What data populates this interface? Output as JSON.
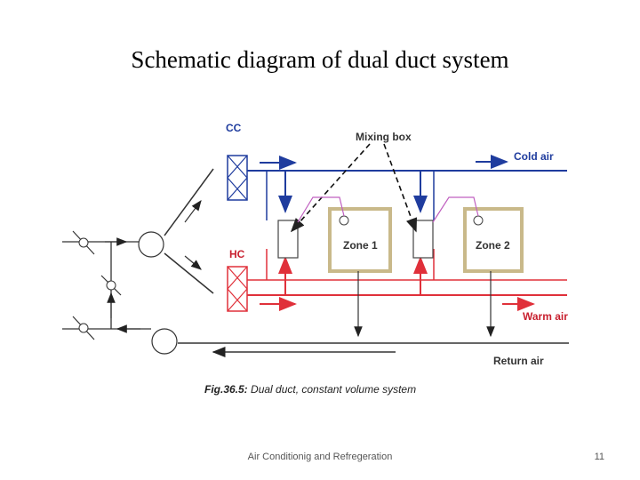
{
  "slide": {
    "title": "Schematic diagram of dual duct system",
    "footer": "Air Conditionig and Refregeration",
    "page_number": "11"
  },
  "diagram": {
    "labels": {
      "cc": "CC",
      "hc": "HC",
      "mixing_box": "Mixing box",
      "cold_air": "Cold air",
      "warm_air": "Warm air",
      "return_air": "Return air",
      "zone1": "Zone 1",
      "zone2": "Zone 2"
    },
    "caption": {
      "fig": "Fig.36.5:",
      "text": " Dual duct, constant volume system"
    },
    "colors": {
      "cold": "#1f3c9e",
      "warm": "#e0303a",
      "return": "#333333",
      "zone_border": "#c9b98a",
      "control_line": "#c060c0"
    }
  }
}
